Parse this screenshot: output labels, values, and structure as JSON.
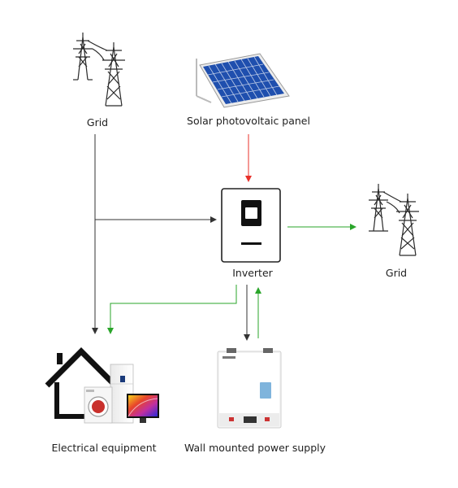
{
  "nodes": {
    "grid_top": {
      "label": "Grid"
    },
    "solar": {
      "label": "Solar photovoltaic panel"
    },
    "inverter": {
      "label": "Inverter"
    },
    "grid_right": {
      "label": "Grid"
    },
    "equipment": {
      "label": "Electrical equipment"
    },
    "battery": {
      "label": "Wall mounted power supply"
    }
  },
  "colors": {
    "line_dark": "#333333",
    "line_red": "#e8302a",
    "line_green": "#2aa52a",
    "panel_blue": "#1f4fae",
    "tower_stroke": "#2b2b2b"
  },
  "icons": {
    "grid_top": "transmission-tower-icon",
    "solar": "solar-panel-icon",
    "inverter": "inverter-icon",
    "grid_right": "transmission-tower-icon",
    "equipment": "home-appliances-icon",
    "battery": "wall-battery-icon"
  }
}
